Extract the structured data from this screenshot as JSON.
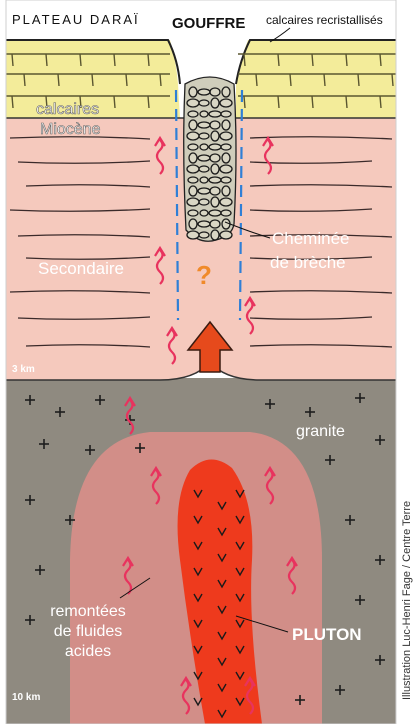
{
  "labels": {
    "plateau": "PLATEAU DARAÏ",
    "gouffre": "GOUFFRE",
    "recristallises": "calcaires recristallisés",
    "calcaires_line1": "calcaires",
    "calcaires_line2": "Miocène",
    "secondaire": "Secondaire",
    "cheminee_line1": "Cheminée",
    "cheminee_line2": "de brèche",
    "question": "?",
    "depth_3": "3 km",
    "granite": "granite",
    "remontees_line1": "remontées",
    "remontees_line2": "de fluides",
    "remontees_line3": "acides",
    "pluton": "PLUTON",
    "depth_10": "10 km",
    "credit": "Illustration Luc-Henri Fage / Centre Terre"
  },
  "colors": {
    "limestone": "#f3ec9a",
    "secondary": "#f5c9bd",
    "granite": "#8f8a80",
    "halo": "#d88a86",
    "pluton": "#ee3a1d",
    "arrow": "#e8335e",
    "bigArrow": "#e64a1c",
    "breccia": "#c9c8b6",
    "dash": "#2f7fd6",
    "question": "#f08a2a"
  }
}
